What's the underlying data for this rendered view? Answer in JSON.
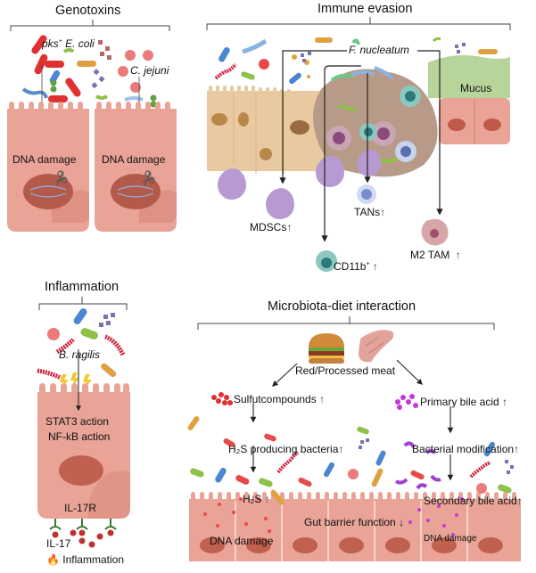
{
  "colors": {
    "cell_pink": "#e9a497",
    "cell_pink_dark": "#d98576",
    "nucleus": "#b45a4a",
    "tan_cell": "#e8c9a0",
    "tumor": "#b89a88",
    "mucus": "#b7d49a",
    "bact_red": "#e03030",
    "bact_blue": "#4a86d1",
    "bact_green": "#8fc04a",
    "bact_orange": "#e0a040",
    "square_purple": "#8070b0",
    "bile_magenta": "#c43ad6",
    "mdsc_purple": "#b79ad2",
    "arrow_up_green": "#1f4d3a"
  },
  "panels": {
    "genotoxins": {
      "title": "Genotoxins",
      "bacteria_labels": [
        {
          "prefix": "pks",
          "superscript": "+",
          "name": "E. coli"
        },
        {
          "name": "C. jejuni"
        }
      ],
      "cells": [
        {
          "label": "DNA damage",
          "icon": "scissors-icon"
        },
        {
          "label": "DNA damage",
          "icon": "scissors-icon"
        }
      ]
    },
    "immune_evasion": {
      "title": "Immune evasion",
      "bacterium": "F. nucleatum",
      "mucus_label": "Mucus",
      "targets": [
        {
          "label": "MDSCs",
          "trend": "↑"
        },
        {
          "label": "TANs",
          "trend": "↑"
        },
        {
          "label": "CD11b",
          "superscript": "+",
          "trend": "↑"
        },
        {
          "label": "M2 TAM",
          "trend": "↑"
        }
      ]
    },
    "inflammation": {
      "title": "Inflammation",
      "bacterium": "B. ragilis",
      "actions": [
        "STAT3 action",
        "NF-kB action"
      ],
      "receptor": "IL-17R",
      "cytokine": "IL-17",
      "outcome": "Inflammation",
      "outcome_icon": "fire-icon"
    },
    "microbiota_diet": {
      "title": "Microbiota-diet interaction",
      "source": "Red/Processed meat",
      "left_chain": [
        {
          "label": "Sulfutcompounds",
          "trend": "↑"
        },
        {
          "label": "H₂S producing bacteria",
          "trend": "↑"
        },
        {
          "label": "H₂S",
          "trend": "↑"
        },
        {
          "label": "DNA damage"
        }
      ],
      "right_chain": [
        {
          "label": "Primary bile acid",
          "trend": "↑"
        },
        {
          "label": "Bacterial modification",
          "trend": "↑"
        },
        {
          "label": "Secondary bile acid",
          "trend": "↑"
        },
        {
          "label": "DNA damage"
        }
      ],
      "shared_outcome": {
        "label": "Gut barrier function",
        "trend": "↓"
      }
    }
  }
}
